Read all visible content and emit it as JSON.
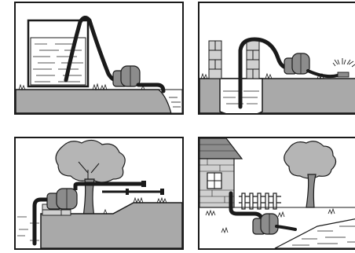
{
  "colors": {
    "ink": "#1a1a1a",
    "ground": "#a9a9a9",
    "water": "#ffffff",
    "pump": "#8c8c8c",
    "foliage": "#b5b5b5",
    "brick": "#d0d0d0"
  },
  "panels": [
    {
      "scene": "pumping-from-tank",
      "icon": "tank-icon"
    },
    {
      "scene": "pumping-from-well",
      "icon": "well-icon"
    },
    {
      "scene": "pumping-from-pond-to-garden-pipe",
      "icon": "pond-icon"
    },
    {
      "scene": "draining-house-cellar-to-slope",
      "icon": "house-icon"
    }
  ]
}
